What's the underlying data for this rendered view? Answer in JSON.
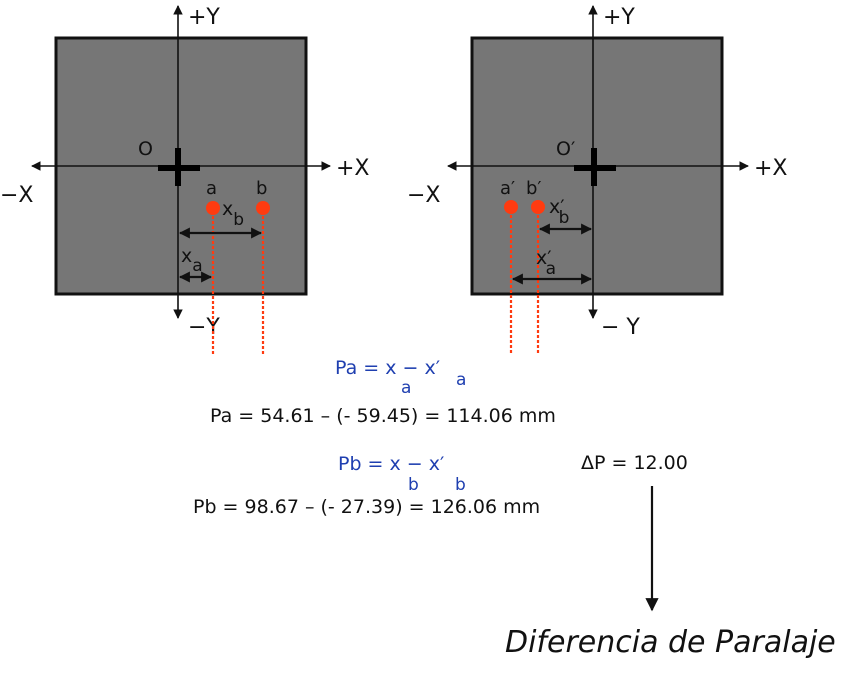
{
  "left_photo": {
    "axis_pos_y": "+Y",
    "axis_neg_y": "−Y",
    "axis_pos_x": "+X",
    "axis_neg_x": "−X",
    "origin": "O",
    "point_a": "a",
    "point_b": "b",
    "dist_a": {
      "main": "x",
      "sub": "a"
    },
    "dist_b": {
      "main": "x",
      "sub": "b"
    }
  },
  "right_photo": {
    "axis_pos_y": "+Y",
    "axis_neg_y": "− Y",
    "axis_pos_x": "+X",
    "axis_neg_x": "−X",
    "origin": "O′",
    "point_a": "a′",
    "point_b": "b′",
    "dist_b": {
      "main": "x′",
      "sub": "b"
    },
    "dist_a": {
      "main": "x′",
      "sub": "a"
    }
  },
  "formulas": {
    "pa_symbolic": {
      "lhs": "Pa = x − x′",
      "sub1": "a",
      "sub2": "a"
    },
    "pa_numeric": "Pa = 54.61 – (- 59.45) = 114.06 mm",
    "pb_symbolic": {
      "lhs": "Pb = x − x′",
      "sub1": "b",
      "sub2": "b"
    },
    "pb_numeric": "Pb = 98.67 – (- 27.39) = 126.06 mm",
    "delta_p": "ΔP = 12.00",
    "caption": "Diferencia de Paralaje"
  },
  "colors": {
    "photo_fill": "#767676",
    "point": "#ff3b10",
    "formula": "#1f3fb0"
  }
}
